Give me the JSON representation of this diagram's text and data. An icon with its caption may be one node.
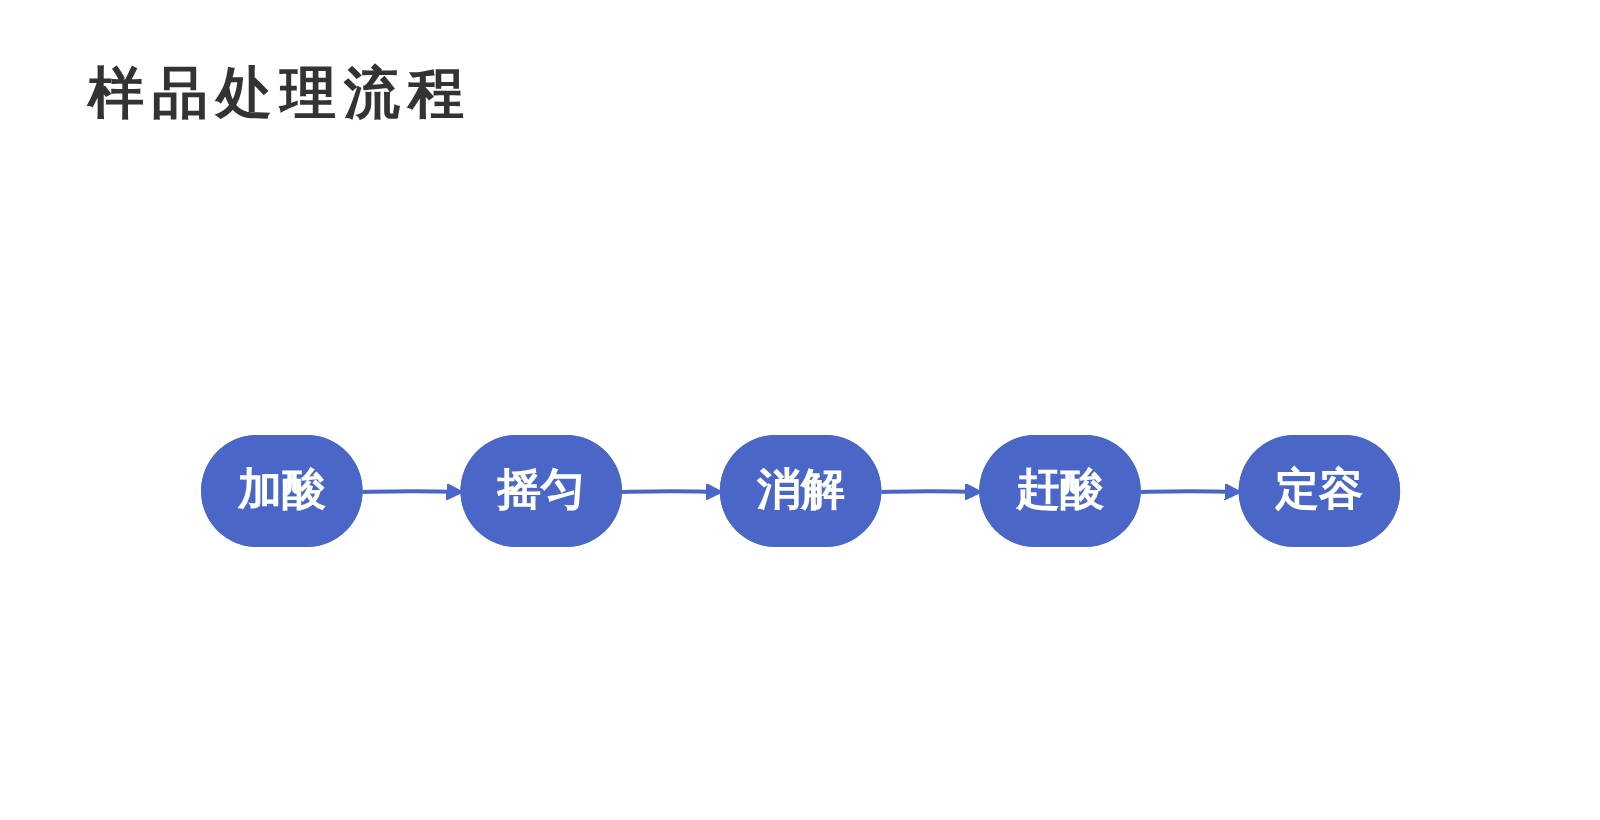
{
  "diagram": {
    "title": "样品处理流程",
    "nodes": [
      {
        "text": [
          "加酸"
        ]
      },
      {
        "text": [
          "摇匀"
        ]
      },
      {
        "text": [
          "消解"
        ]
      },
      {
        "text": [
          "赶酸"
        ]
      },
      {
        "text": [
          "定容"
        ]
      }
    ],
    "edges": [
      {
        "from": 0,
        "to": 1,
        "arrow": "to"
      },
      {
        "from": 1,
        "to": 2,
        "arrow": "to"
      },
      {
        "from": 2,
        "to": 3,
        "arrow": "to"
      },
      {
        "from": 3,
        "to": 4,
        "arrow": "to"
      }
    ]
  }
}
